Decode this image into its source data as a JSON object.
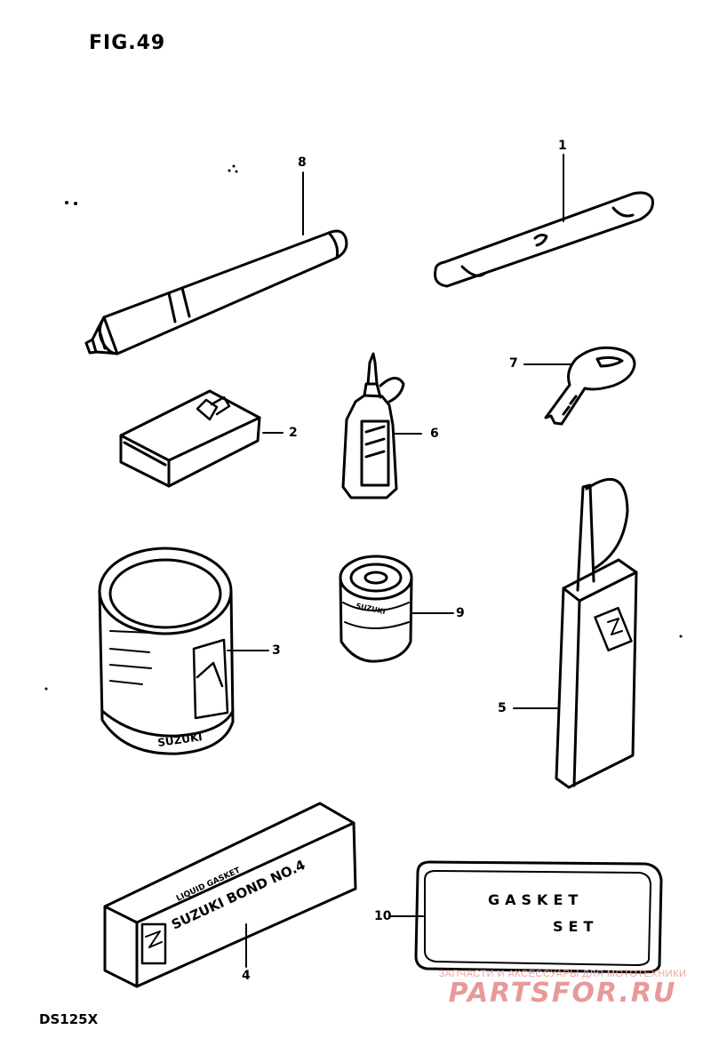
{
  "figure": {
    "title": "FIG.49",
    "model": "DS125X"
  },
  "callouts": [
    {
      "id": "8",
      "label": "8"
    },
    {
      "id": "1",
      "label": "1"
    },
    {
      "id": "7",
      "label": "7"
    },
    {
      "id": "2",
      "label": "2"
    },
    {
      "id": "6",
      "label": "6"
    },
    {
      "id": "3",
      "label": "3"
    },
    {
      "id": "9",
      "label": "9"
    },
    {
      "id": "5",
      "label": "5"
    },
    {
      "id": "4",
      "label": "4"
    },
    {
      "id": "10",
      "label": "10"
    }
  ],
  "parts_text": {
    "gasket_line1": "GASKET",
    "gasket_line2": "SET",
    "bond_small": "LIQUID GASKET",
    "bond_name": "SUZUKI BOND NO.4",
    "can_brand": "SUZUKI",
    "small_tin_brand": "SUZUKI"
  },
  "watermark": {
    "top_line": "ЗАПЧАСТИ И АКСЕССУАРЫ ДЛЯ МОТОТЕХНИКИ",
    "logo": "PARTSFOR.RU"
  }
}
